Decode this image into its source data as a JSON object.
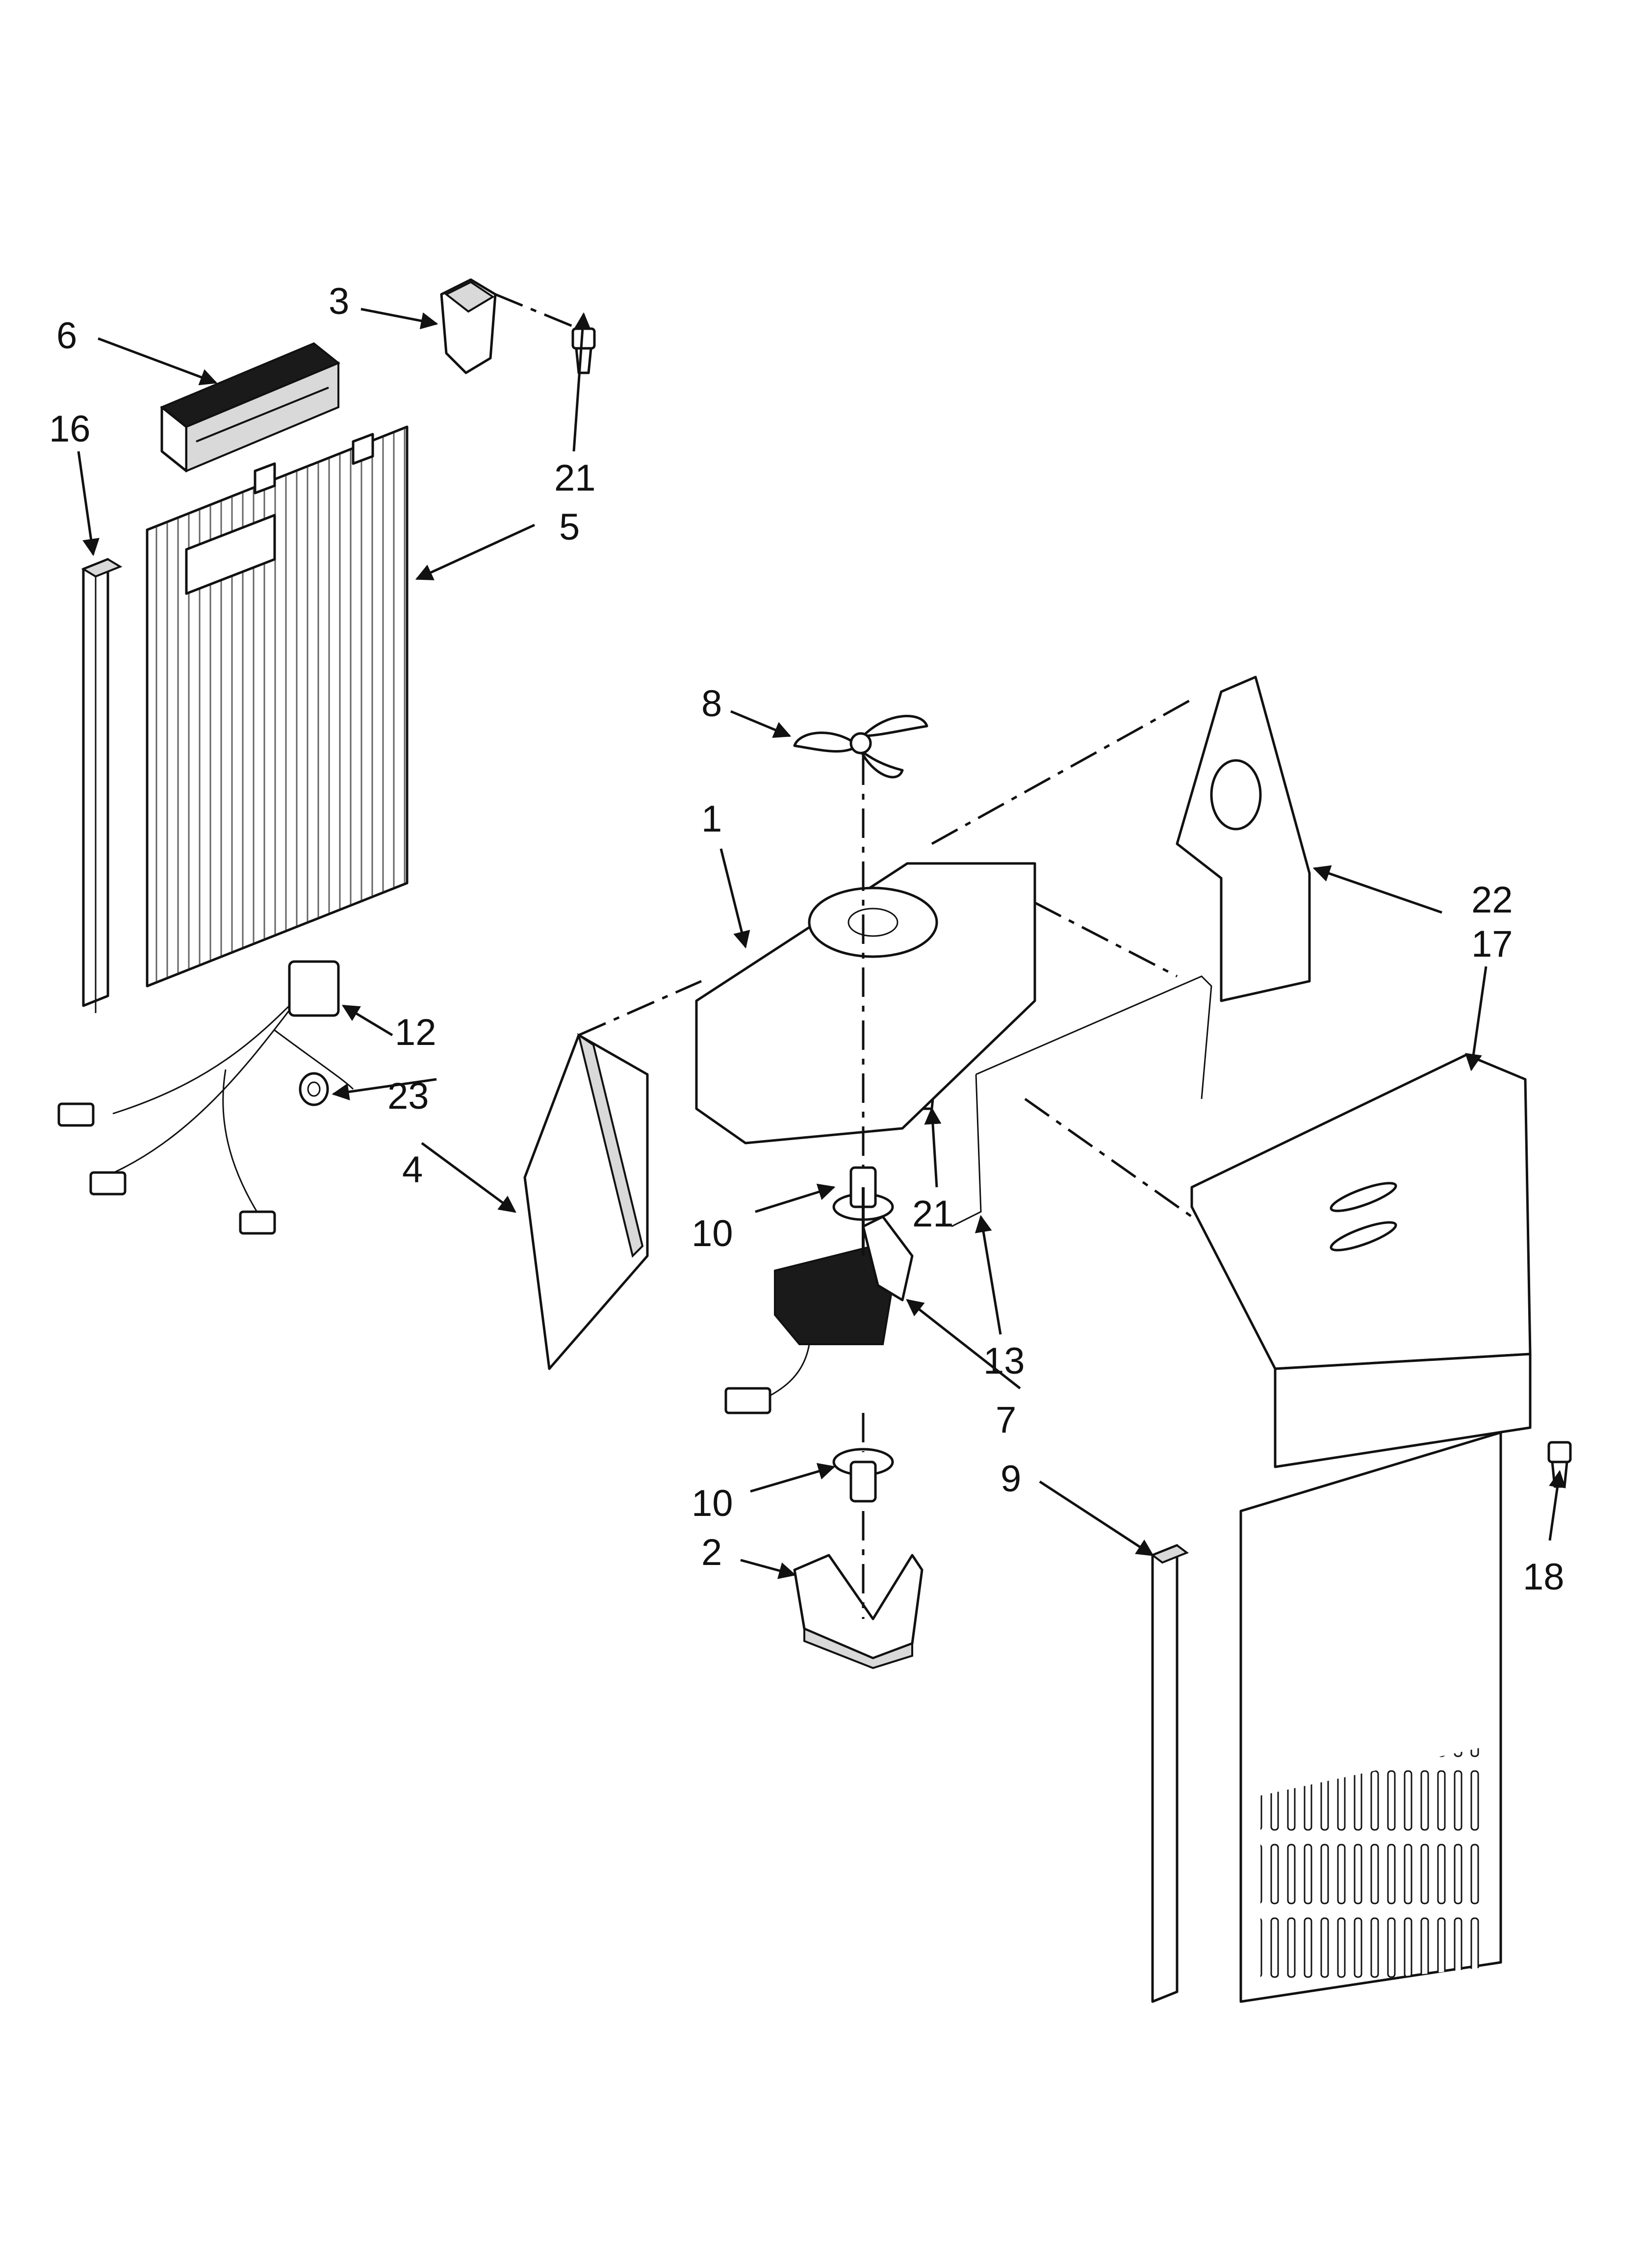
{
  "callouts": {
    "c1": "1",
    "c2": "2",
    "c3": "3",
    "c4": "4",
    "c5": "5",
    "c6": "6",
    "c7": "7",
    "c8": "8",
    "c9": "9",
    "c10a": "10",
    "c10b": "10",
    "c12": "12",
    "c13": "13",
    "c16": "16",
    "c17": "17",
    "c18": "18",
    "c21a": "21",
    "c21b": "21",
    "c22": "22",
    "c23": "23"
  }
}
